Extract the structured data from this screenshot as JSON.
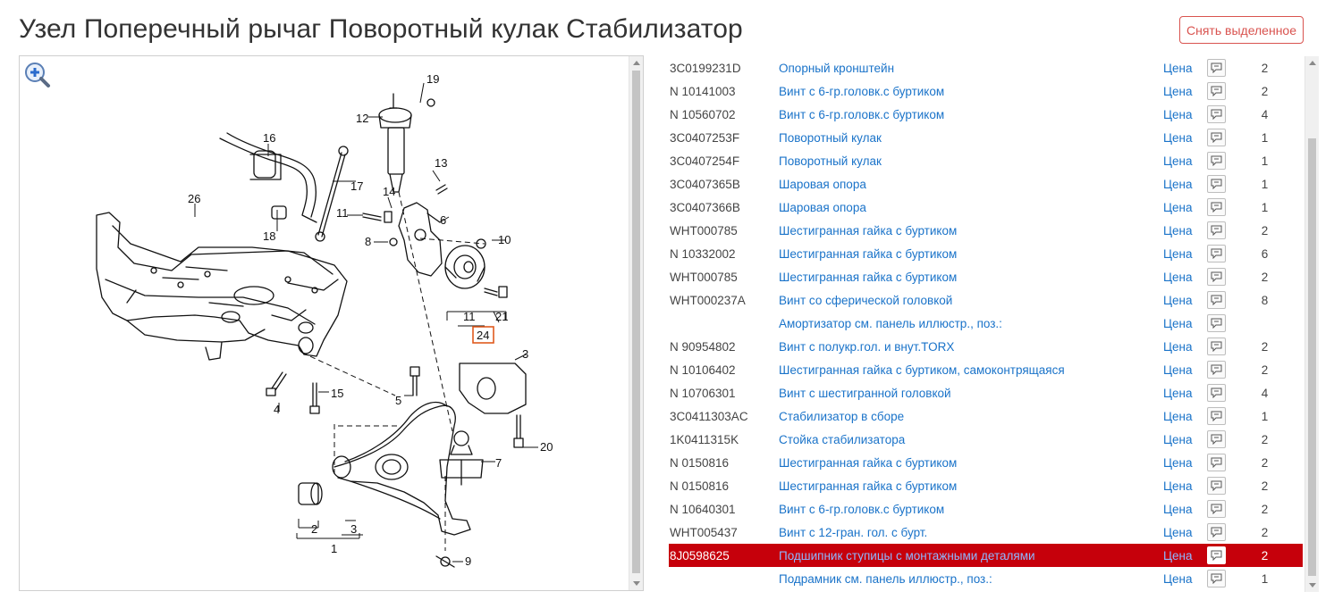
{
  "page": {
    "title": "Узел Поперечный рычаг Поворотный кулак Стабилизатор",
    "clear_button": "Снять выделенное"
  },
  "diagram": {
    "zoom_icon": "zoom-in-icon",
    "callouts": [
      "19",
      "12",
      "16",
      "17",
      "13",
      "14",
      "11",
      "6",
      "26",
      "18",
      "8",
      "10",
      "11",
      "21",
      "24",
      "3",
      "5",
      "15",
      "4",
      "20",
      "7",
      "2",
      "3",
      "1",
      "9"
    ],
    "highlighted_callout": "24",
    "highlight_color": "#e05a1e"
  },
  "parts": {
    "rows": [
      {
        "number": "3C0199231D",
        "name": "Опорный кронштейн",
        "price": "Цена",
        "qty": "2"
      },
      {
        "number": "N 10141003",
        "name": "Винт с 6-гр.головк.с буртиком",
        "price": "Цена",
        "qty": "2"
      },
      {
        "number": "N 10560702",
        "name": "Винт с 6-гр.головк.с буртиком",
        "price": "Цена",
        "qty": "4"
      },
      {
        "number": "3C0407253F",
        "name": "Поворотный кулак",
        "price": "Цена",
        "qty": "1"
      },
      {
        "number": "3C0407254F",
        "name": "Поворотный кулак",
        "price": "Цена",
        "qty": "1"
      },
      {
        "number": "3C0407365B",
        "name": "Шаровая опора",
        "price": "Цена",
        "qty": "1"
      },
      {
        "number": "3C0407366B",
        "name": "Шаровая опора",
        "price": "Цена",
        "qty": "1"
      },
      {
        "number": "WHT000785",
        "name": "Шестигранная гайка с буртиком",
        "price": "Цена",
        "qty": "2"
      },
      {
        "number": "N 10332002",
        "name": "Шестигранная гайка с буртиком",
        "price": "Цена",
        "qty": "6"
      },
      {
        "number": "WHT000785",
        "name": "Шестигранная гайка с буртиком",
        "price": "Цена",
        "qty": "2"
      },
      {
        "number": "WHT000237A",
        "name": "Винт со сферической головкой",
        "price": "Цена",
        "qty": "8"
      },
      {
        "number": "",
        "name": "Амортизатор см. панель иллюстр., поз.:",
        "price": "Цена",
        "qty": ""
      },
      {
        "number": "N 90954802",
        "name": "Винт с полукр.гол. и внут.TORX",
        "price": "Цена",
        "qty": "2"
      },
      {
        "number": "N 10106402",
        "name": "Шестигранная гайка с буртиком, самоконтрящаяся",
        "price": "Цена",
        "qty": "2"
      },
      {
        "number": "N 10706301",
        "name": "Винт с шестигранной головкой",
        "price": "Цена",
        "qty": "4"
      },
      {
        "number": "3C0411303AC",
        "name": "Стабилизатор в сборе",
        "price": "Цена",
        "qty": "1"
      },
      {
        "number": "1K0411315K",
        "name": "Стойка стабилизатора",
        "price": "Цена",
        "qty": "2"
      },
      {
        "number": "N 0150816",
        "name": "Шестигранная гайка с буртиком",
        "price": "Цена",
        "qty": "2"
      },
      {
        "number": "N 0150816",
        "name": "Шестигранная гайка с буртиком",
        "price": "Цена",
        "qty": "2"
      },
      {
        "number": "N 10640301",
        "name": "Винт с 6-гр.головк.с буртиком",
        "price": "Цена",
        "qty": "2"
      },
      {
        "number": "WHT005437",
        "name": "Винт с 12-гран. гол. с бурт.",
        "price": "Цена",
        "qty": "2"
      },
      {
        "number": "8J0598625",
        "name": "Подшипник ступицы с монтажными деталями",
        "price": "Цена",
        "qty": "2",
        "selected": true
      },
      {
        "number": "",
        "name": "Подрамник см. панель иллюстр., поз.:",
        "price": "Цена",
        "qty": "1"
      }
    ],
    "selected_color": "#c6000b",
    "link_color": "#1a73c9"
  }
}
